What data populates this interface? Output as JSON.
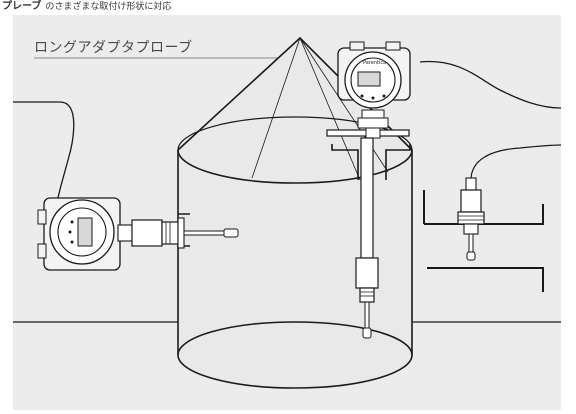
{
  "header": {
    "caption_bold": "プレーブ",
    "caption_rest": "のさまざまな取付け形状に対応"
  },
  "diagram": {
    "title": "ロングアダプタプローブ",
    "brand": "Parentica"
  },
  "colors": {
    "frame_bg": "#ececec",
    "tank_fill": "#e9e9e9",
    "line": "#1a1a1a",
    "leader_line": "#8a8a8a"
  },
  "icons": [
    "transmitter-housing-icon",
    "probe-sensor-icon",
    "cable-icon"
  ]
}
